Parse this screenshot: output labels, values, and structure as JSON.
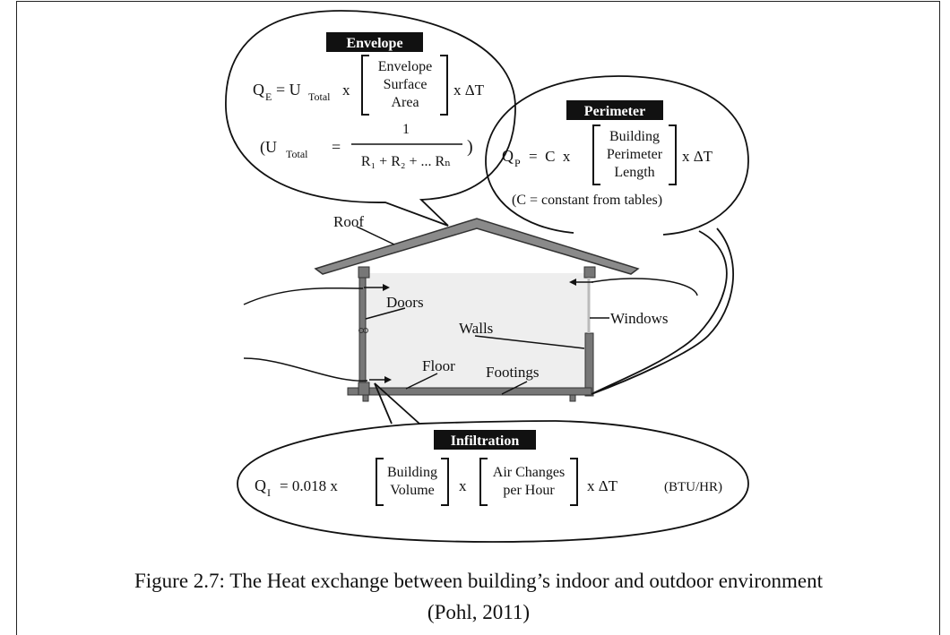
{
  "envelope": {
    "title": "Envelope",
    "q": "Q",
    "q_sub": "E",
    "eq_u": "= U",
    "u_sub": "Total",
    "times": "x",
    "matrix": [
      "Envelope",
      "Surface",
      "Area"
    ],
    "delta_t": "x  ΔT",
    "open_paren": "(U",
    "u_sub2": "Total",
    "eq2": "=",
    "numerator": "1",
    "denominator": "R₁ + R₂ + ... Rₙ",
    "close_paren": ")"
  },
  "perimeter": {
    "title": "Perimeter",
    "q": "Q",
    "q_sub": "P",
    "eq": "=  C  x",
    "matrix": [
      "Building",
      "Perimeter",
      "Length"
    ],
    "delta_t": "x  ΔT",
    "note": "(C = constant from tables)"
  },
  "infiltration": {
    "title": "Infiltration",
    "q": "Q",
    "q_sub": "I",
    "eq": "=  0.018 x",
    "matrix1": [
      "Building",
      "Volume"
    ],
    "times": "x",
    "matrix2": [
      "Air Changes",
      "per Hour"
    ],
    "delta_t": "x  ΔT",
    "units": "(BTU/HR)"
  },
  "labels": {
    "roof": "Roof",
    "doors": "Doors",
    "walls": "Walls",
    "windows": "Windows",
    "floor": "Floor",
    "footings": "Footings"
  },
  "caption": {
    "line1": "Figure 2.7: The Heat exchange between building’s indoor and outdoor environment",
    "line2": "(Pohl, 2011)"
  }
}
